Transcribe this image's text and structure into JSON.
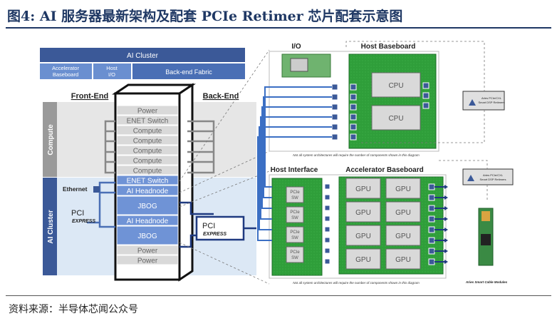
{
  "figure_title": "图4:  AI 服务器最新架构及配套 PCIe Retimer 芯片配套示意图",
  "source": "资料来源：半导体芯闻公众号",
  "left": {
    "ai_cluster_bar": "AI Cluster",
    "accel_baseboard": [
      "Accelerator",
      "Baseboard"
    ],
    "host_io": [
      "Host",
      "I/O"
    ],
    "backend_fabric": "Back-end Fabric",
    "front_end": "Front-End",
    "back_end": "Back-End",
    "compute_band": "Compute",
    "ai_cluster_band": "AI Cluster",
    "ethernet": "Ethernet",
    "pci_express": [
      "PCI",
      "EXPRESS"
    ],
    "rack_rows": [
      "Power",
      "ENET Switch",
      "Compute",
      "Compute",
      "Compute",
      "Compute",
      "Compute",
      "ENET Switch",
      "AI Headnode",
      "JBOG",
      "AI Headnode",
      "JBOG",
      "Power",
      "Power"
    ]
  },
  "right": {
    "io": "I/O",
    "host_baseboard": "Host Baseboard",
    "cpu": "CPU",
    "host_interface": "Host Interface",
    "accelerator_baseboard": "Accelerator Baseboard",
    "gpu": "GPU",
    "pcie_sw": [
      "PCIe",
      "SW"
    ],
    "note": "Not all system architectures will require the number of components shown in this diagram",
    "aries_retimer": [
      "Aries PCIe/CXL",
      "Smart DSP Retimers"
    ],
    "aries_cable": "Aries Smart Cable Modules"
  },
  "colors": {
    "title": "#1f3864",
    "dark_blue": "#3b5998",
    "mid_blue": "#4a6fb5",
    "light_blue": "#dce8f5",
    "board_green": "#2f9e3a",
    "compute_gray": "#9a9a9a"
  }
}
